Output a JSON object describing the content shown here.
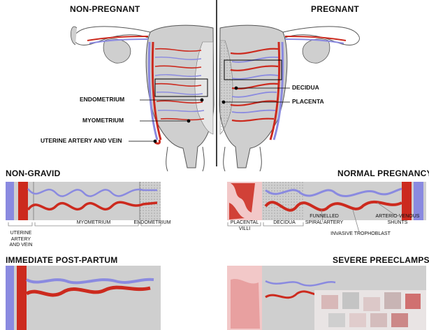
{
  "panels": {
    "non_pregnant": "NON-PREGNANT",
    "pregnant": "PREGNANT",
    "non_gravid": "NON-GRAVID",
    "normal_pregnancy": "NORMAL PREGNANCY",
    "immediate_post_partum": "IMMEDIATE POST-PARTUM",
    "severe_preeclampsia": "SEVERE PREECLAMPSIA"
  },
  "labels": {
    "endometrium": "ENDOMETRIUM",
    "myometrium": "MYOMETRIUM",
    "uterine_artery_vein": "UTERINE ARTERY AND VEIN",
    "decidua": "DECIDUA",
    "placenta": "PLACENTA"
  },
  "strip_labels": {
    "uterine_artery_vein": "UTERINE ARTERY\nAND VEIN",
    "myometrium": "MYOMETRIUM",
    "endometrium": "ENDOMETRIUM",
    "placental_villi": "PLACENTAL\nVILLI",
    "decidua": "DECIDUA",
    "funnelled_spiral_artery": "FUNNELLED\nSPIRAL ARTERY",
    "invasive_trophoblast": "INVASIVE TROPHOBLAST",
    "arterio_venous_shunts": "ARTERIO-VENOUS\nSHUNTS"
  },
  "colors": {
    "artery": "#cc2a1e",
    "vein": "#8a8ae0",
    "tissue": "#c8c8c8",
    "placenta": "#e8a0a0"
  }
}
